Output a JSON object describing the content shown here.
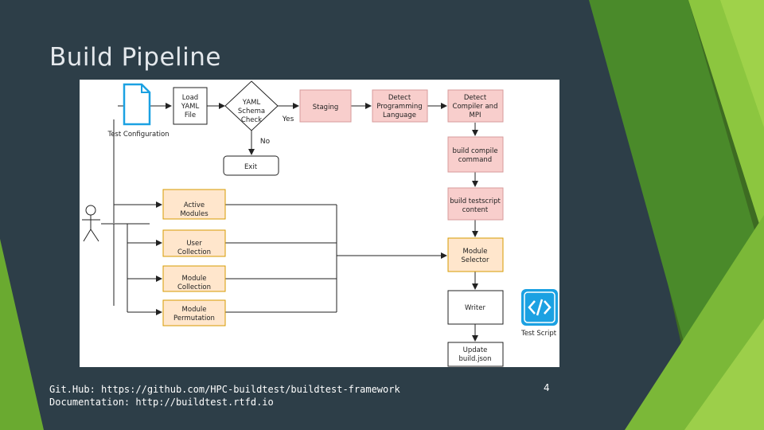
{
  "slide": {
    "title": "Build Pipeline",
    "footer_github": "Git.Hub: https://github.com/HPC-buildtest/buildtest-framework",
    "footer_docs": "Documentation: http://buildtest.rtfd.io",
    "page_number": "4"
  },
  "colors": {
    "background": "#2d3e48",
    "green_light": "#8cc63f",
    "green_mid": "#5a9b2d",
    "green_dark": "#3d6b22",
    "pink_box": "#f8cecc",
    "pink_border": "#d79b9b",
    "orange_box": "#ffe6cc",
    "orange_border": "#d79b00",
    "icon_blue": "#1ba1e2"
  },
  "diagram": {
    "test_config_label": "Test Configuration",
    "load_yaml": [
      "Load",
      "YAML",
      "File"
    ],
    "schema_check": [
      "YAML",
      "Schema",
      "Check"
    ],
    "yes_label": "Yes",
    "no_label": "No",
    "exit_label": "Exit",
    "staging": "Staging",
    "detect_language": [
      "Detect",
      "Programming",
      "Language"
    ],
    "detect_compiler": [
      "Detect",
      "Compiler and",
      "MPI"
    ],
    "build_compile": [
      "build compile",
      "command"
    ],
    "build_testscript": [
      "build testscript",
      "content"
    ],
    "module_selector": [
      "Module",
      "Selector"
    ],
    "writer": "Writer",
    "update_json": [
      "Update",
      "build.json"
    ],
    "test_script_label": "Test Script",
    "active_modules": [
      "Active",
      "Modules"
    ],
    "user_collection": [
      "User",
      "Collection"
    ],
    "module_collection": [
      "Module",
      "Collection"
    ],
    "module_permutation": [
      "Module",
      "Permutation"
    ]
  }
}
